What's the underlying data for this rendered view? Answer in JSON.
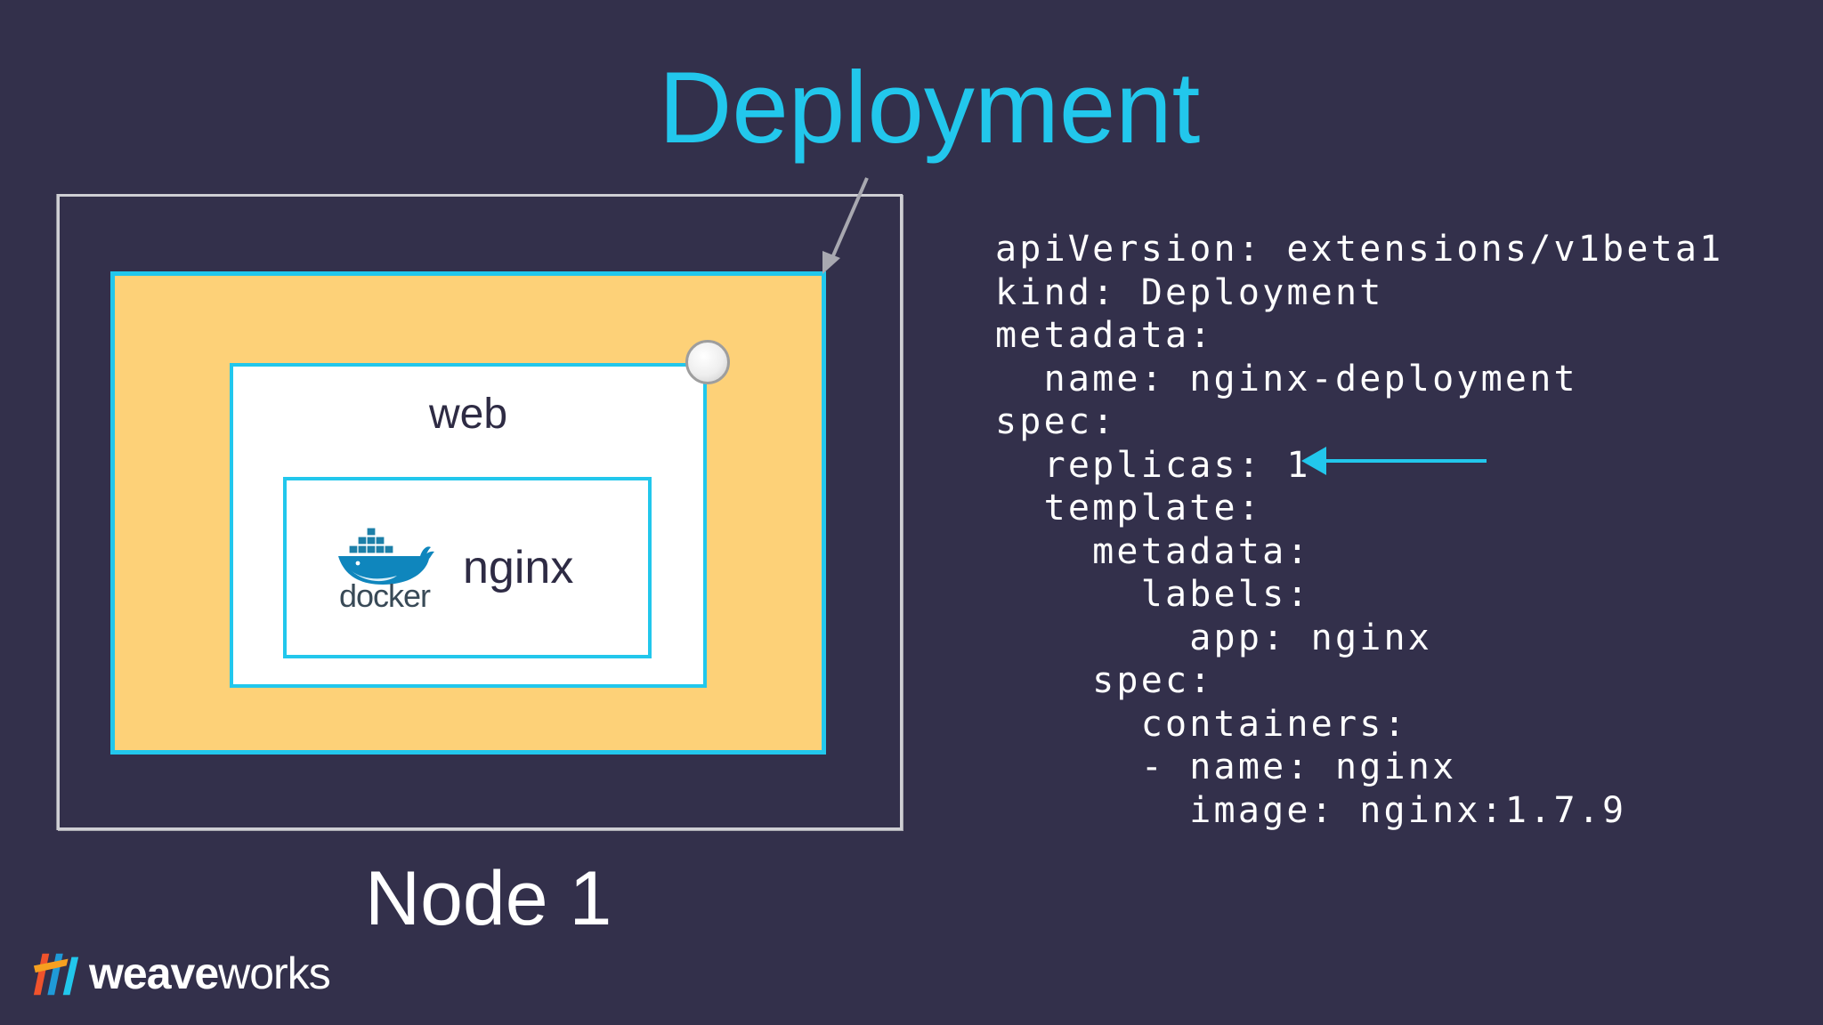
{
  "slide": {
    "title": "Deployment",
    "node_label": "Node 1",
    "colors": {
      "background": "#33304b",
      "accent": "#22c7ec",
      "pod_fill": "#fdd178",
      "box_fill": "#ffffff"
    }
  },
  "diagram": {
    "web_label": "web",
    "container_label": "nginx",
    "docker_logo_text": "docker",
    "icons": [
      "docker-whale-icon",
      "handle-knob-icon",
      "arrow-pointer-icon",
      "weaveworks-logo-icon"
    ]
  },
  "yaml": {
    "lines": [
      "apiVersion: extensions/v1beta1",
      "kind: Deployment",
      "metadata:",
      "  name: nginx-deployment",
      "spec:",
      "  replicas: 1",
      "  template:",
      "    metadata:",
      "      labels:",
      "        app: nginx",
      "    spec:",
      "      containers:",
      "      - name: nginx",
      "        image: nginx:1.7.9"
    ]
  },
  "brand": {
    "part1": "weave",
    "part2": "works"
  }
}
